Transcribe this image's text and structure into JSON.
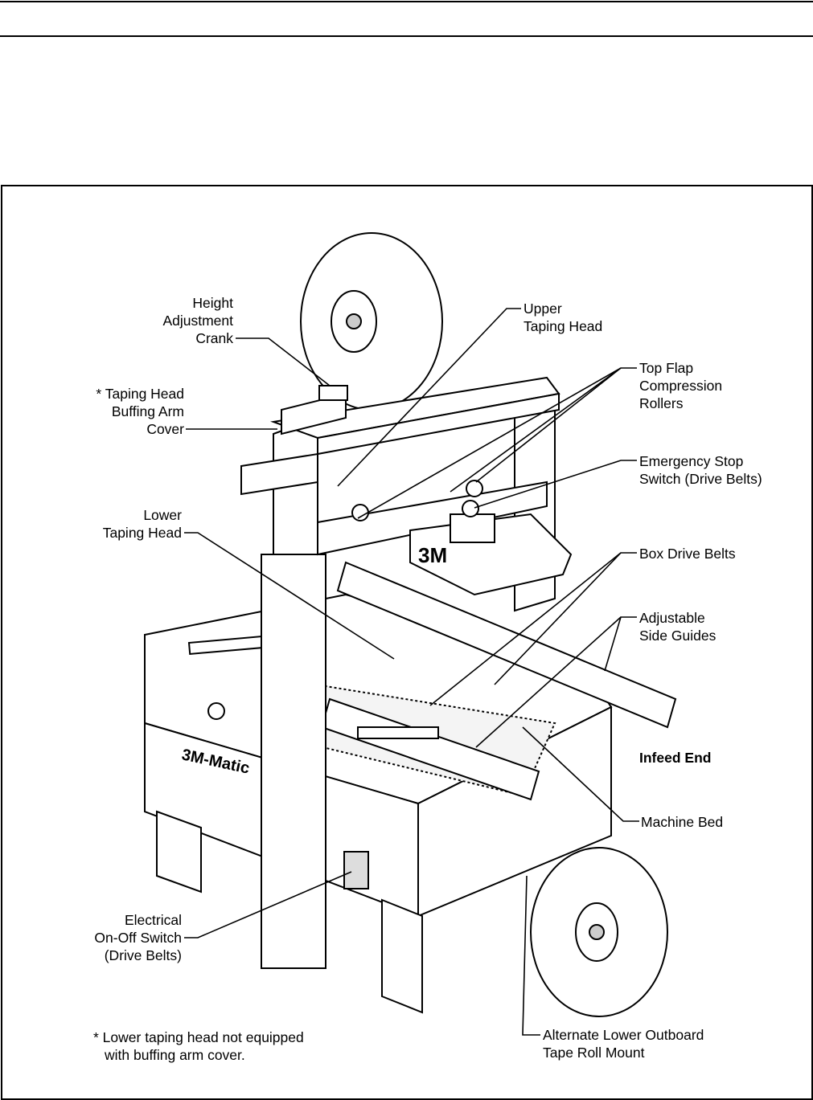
{
  "callouts": {
    "height_adjustment_crank": [
      "Height",
      "Adjustment",
      "Crank"
    ],
    "buffing_arm_cover": [
      "* Taping Head",
      "Buffing Arm",
      "Cover"
    ],
    "lower_taping_head": [
      "Lower",
      "Taping Head"
    ],
    "electrical_switch": [
      "Electrical",
      "On-Off Switch",
      "(Drive Belts)"
    ],
    "upper_taping_head": [
      "Upper",
      "Taping Head"
    ],
    "top_flap_rollers": [
      "Top Flap",
      "Compression",
      "Rollers"
    ],
    "emergency_stop": [
      "Emergency Stop",
      "Switch (Drive Belts)"
    ],
    "box_drive_belts": [
      "Box Drive Belts"
    ],
    "side_guides": [
      "Adjustable",
      "Side Guides"
    ],
    "infeed_end": "Infeed End",
    "machine_bed": [
      "Machine Bed"
    ],
    "outboard_mount": [
      "Alternate Lower Outboard",
      "Tape Roll Mount"
    ]
  },
  "footnote": [
    "* Lower taping head not equipped",
    "with buffing arm cover."
  ],
  "machine_logos": {
    "front_panel": "3M-Matic",
    "head": "3M"
  }
}
